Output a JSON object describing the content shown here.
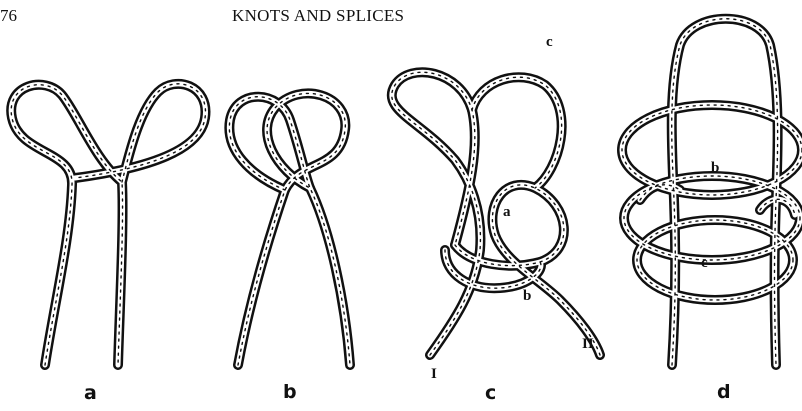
{
  "header": {
    "page_number": "76",
    "running_title": "KNOTS AND SPLICES"
  },
  "captions": {
    "a": "a",
    "b": "b",
    "c": "c",
    "d": "d"
  },
  "labels": {
    "c_upper": "c",
    "c_a": "a",
    "c_b": "b",
    "c_end_one": "I",
    "c_end_two": "II",
    "d_b": "b",
    "d_c": "c"
  }
}
